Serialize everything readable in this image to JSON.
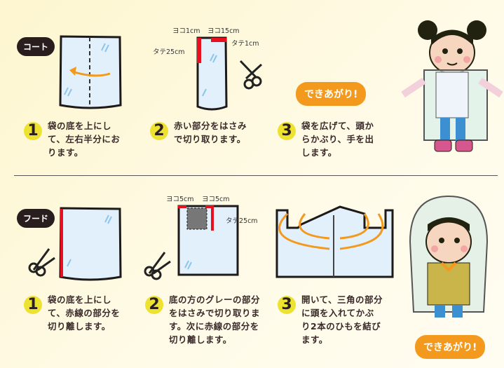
{
  "coat": {
    "tag": "コート",
    "steps": [
      {
        "num": "1",
        "text": "袋の底を上にして、左右半分におります。"
      },
      {
        "num": "2",
        "text": "赤い部分をはさみで切り取ります。"
      },
      {
        "num": "3",
        "text": "袋を広げて、頭からかぶり、手を出します。"
      }
    ],
    "labels": {
      "yoko1": "ヨコ1cm",
      "yoko15": "ヨコ15cm",
      "tate1": "タテ1cm",
      "tate25": "タテ25cm"
    },
    "done": "できあがり!"
  },
  "hood": {
    "tag": "フード",
    "steps": [
      {
        "num": "1",
        "text": "袋の底を上にして、赤線の部分を切り離します。"
      },
      {
        "num": "2",
        "text": "底の方のグレーの部分をはさみで切り取ります。次に赤線の部分を切り離します。"
      },
      {
        "num": "3",
        "text": "開いて、三角の部分に頭を入れてかぶり2本のひもを結びます。"
      }
    ],
    "labels": {
      "yoko5a": "ヨコ5cm",
      "yoko5b": "ヨコ5cm",
      "tate25": "タテ25cm"
    },
    "done": "できあがり!"
  },
  "colors": {
    "accent": "#f39a1e",
    "badge": "#ede230",
    "cut": "#e8101e"
  }
}
